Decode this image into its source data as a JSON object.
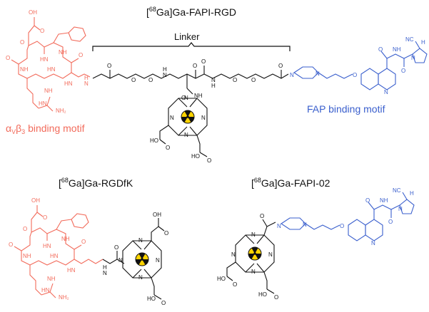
{
  "colors": {
    "red": "#f26b5b",
    "blue": "#3a5fcd",
    "black": "#111111",
    "radiation_yellow": "#ffd400"
  },
  "titles": {
    "top": {
      "sup": "68",
      "element": "Ga",
      "rest": "]Ga-FAPI-RGD"
    },
    "left": {
      "sup": "68",
      "element": "Ga",
      "rest": "]Ga-RGDfK"
    },
    "right": {
      "sup": "68",
      "element": "Ga",
      "rest": "]Ga-FAPI-02"
    }
  },
  "labels": {
    "linker": "Linker",
    "rgd_motif_alpha": "α",
    "rgd_motif_v": "V",
    "rgd_motif_beta": "β",
    "rgd_motif_3": "3",
    "rgd_motif_text": " binding motif",
    "fap_motif": "FAP binding motif"
  },
  "atoms": {
    "ho": "HO",
    "oh": "OH",
    "o": "O",
    "n": "N",
    "h": "H",
    "nh": "NH",
    "hn": "HN",
    "nh2": "NH₂",
    "nc": "NC",
    "h_stereo": "H"
  }
}
